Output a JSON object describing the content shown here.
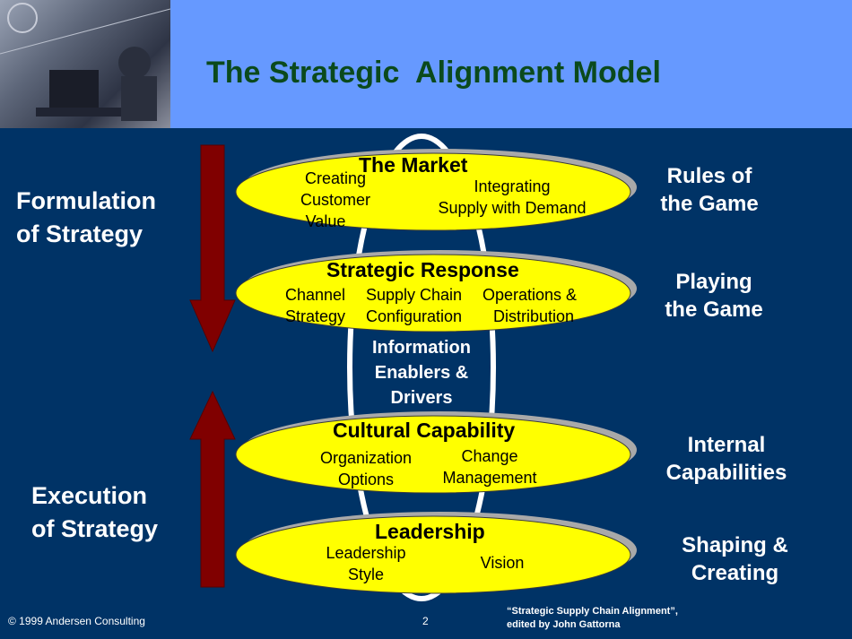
{
  "title": "The Strategic  Alignment Model",
  "left_labels": {
    "formulation": [
      "Formulation",
      "of Strategy"
    ],
    "execution": [
      "Execution",
      "of Strategy"
    ]
  },
  "right_labels": {
    "rules": [
      "Rules of",
      "the Game"
    ],
    "playing": [
      "Playing",
      "the Game"
    ],
    "internal": [
      "Internal",
      "Capabilities"
    ],
    "shaping": [
      "Shaping &",
      "Creating"
    ]
  },
  "ellipses": {
    "market": {
      "title": "The Market",
      "left": [
        "Creating",
        "Customer",
        "Value"
      ],
      "right": [
        "Integrating",
        "Supply with Demand"
      ]
    },
    "strategic": {
      "title": "Strategic Response",
      "col1": [
        "Channel",
        "Strategy"
      ],
      "col2": [
        "Supply Chain",
        "Configuration"
      ],
      "col3": [
        "Operations &",
        "Distribution"
      ]
    },
    "cultural": {
      "title": "Cultural Capability",
      "left": [
        "Organization",
        "Options"
      ],
      "right": [
        "Change",
        "Management"
      ]
    },
    "leadership": {
      "title": "Leadership",
      "left": [
        "Leadership",
        "Style"
      ],
      "right": [
        "Vision"
      ]
    }
  },
  "info": [
    "Information",
    "Enablers &",
    "Drivers"
  ],
  "footer": {
    "copyright": "© 1999 Andersen Consulting",
    "page": "2",
    "citation": [
      "“Strategic Supply Chain Alignment”,",
      "edited by John Gattorna"
    ]
  },
  "colors": {
    "header": "#6699ff",
    "background": "#003366",
    "ellipse": "#ffff00",
    "arrow": "#800000",
    "title": "#0b4a1c"
  }
}
